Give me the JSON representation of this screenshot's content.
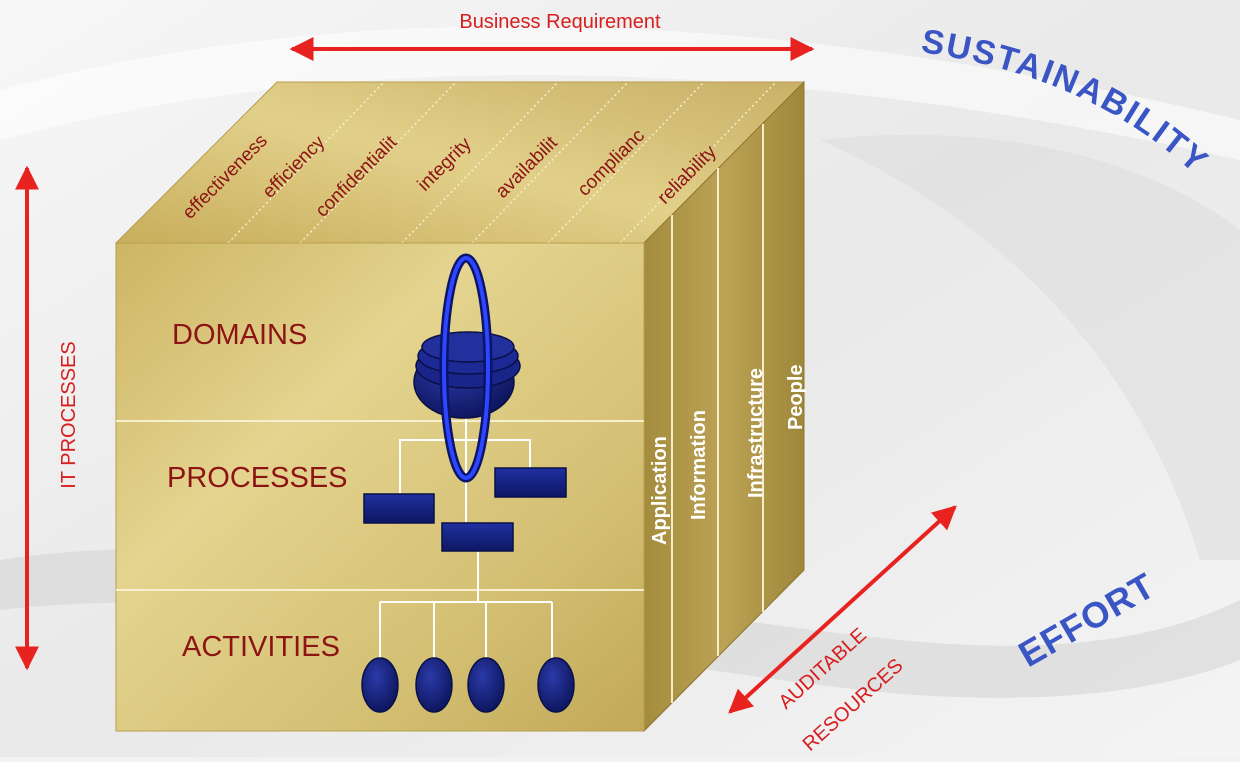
{
  "header": {
    "business_requirement": "Business Requirement"
  },
  "left_axis": {
    "label": "IT PROCESSES"
  },
  "corner_labels": {
    "sustainability": "SUSTAINABILITY",
    "effort": "EFFORT"
  },
  "bottom_axis": {
    "line1": "AUDITABLE",
    "line2": "RESOURCES"
  },
  "requirements": [
    {
      "label": "effectiveness"
    },
    {
      "label": "efficiency"
    },
    {
      "label": "confidentialit"
    },
    {
      "label": "integrity"
    },
    {
      "label": "availabilit"
    },
    {
      "label": "complianc"
    },
    {
      "label": "reliability"
    }
  ],
  "levels": [
    {
      "label": "DOMAINS"
    },
    {
      "label": "PROCESSES"
    },
    {
      "label": "ACTIVITIES"
    }
  ],
  "resources": [
    {
      "label": "Application"
    },
    {
      "label": "Information"
    },
    {
      "label": "Infrastructure"
    },
    {
      "label": "People"
    }
  ],
  "colors": {
    "arrow_red": "#e8231f",
    "cube_gold": "#d4c072",
    "shape_navy": "#141f7a",
    "ring_blue": "#2d46ff",
    "text_darkred": "#8c1414",
    "text_blue": "#3a55c4"
  }
}
